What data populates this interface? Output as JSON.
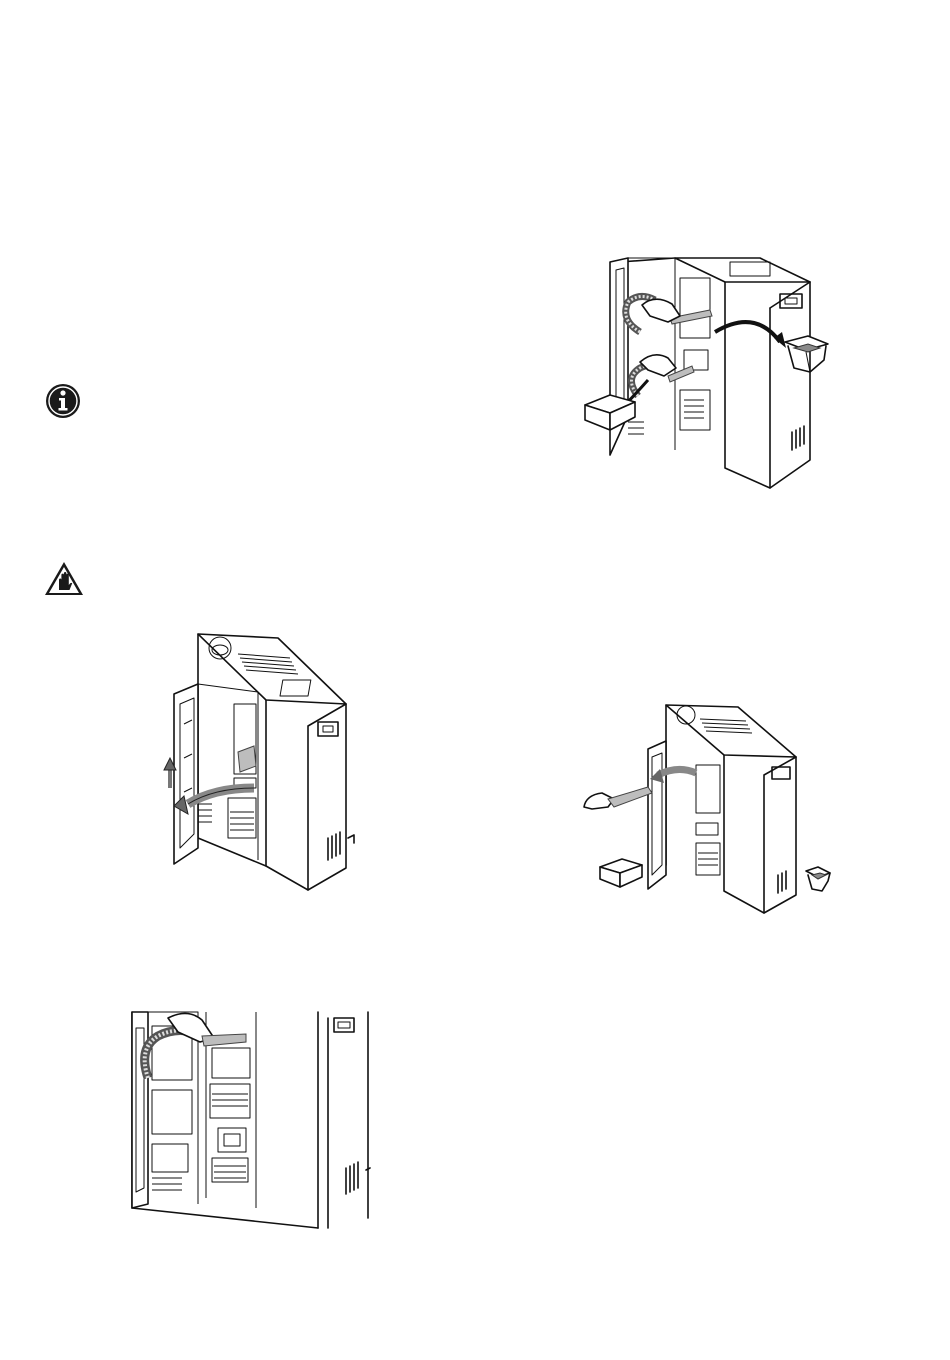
{
  "icons": {
    "info": "info-icon",
    "warning": "warning-hand-icon"
  },
  "figures": [
    {
      "id": "fig-remove-drawers",
      "depicts": "stove-open-door-drawers-removed"
    },
    {
      "id": "fig-open-door",
      "depicts": "stove-door-opening"
    },
    {
      "id": "fig-scraper-cleaning",
      "depicts": "stove-scraper-cleaning"
    },
    {
      "id": "fig-vacuum-cleaning",
      "depicts": "stove-vacuum-cleaning-closeup"
    }
  ],
  "colors": {
    "line": "#111111",
    "arrow_fill": "#9a9a9a",
    "page": "#ffffff"
  }
}
